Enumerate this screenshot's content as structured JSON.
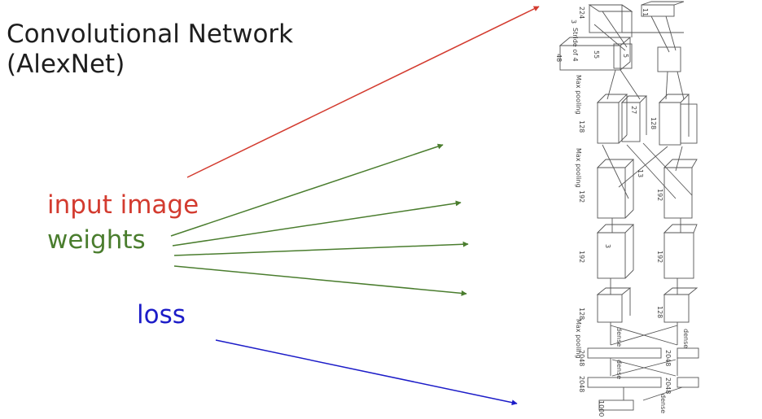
{
  "title": {
    "line1": "Convolutional Network",
    "line2": "(AlexNet)"
  },
  "labels": {
    "input_image": "input image",
    "weights": "weights",
    "loss": "loss"
  },
  "colors": {
    "input_image": "#d33b2f",
    "weights": "#4a7d2e",
    "loss": "#1c1cc8",
    "diagram_ink": "#555555"
  },
  "network_diagram": {
    "input_size": "224",
    "input_depth": "3",
    "stride": "Stride of 4",
    "kernel_11": "11",
    "kernel_5": "5",
    "kernel_3": "3",
    "channels_48": "48",
    "channels_128": "128",
    "channels_192": "192",
    "size_55": "55",
    "size_27": "27",
    "size_13": "13",
    "max_pooling": "Max pooling",
    "dense": "dense",
    "fc_2048": "2048",
    "fc_1000": "1000"
  }
}
